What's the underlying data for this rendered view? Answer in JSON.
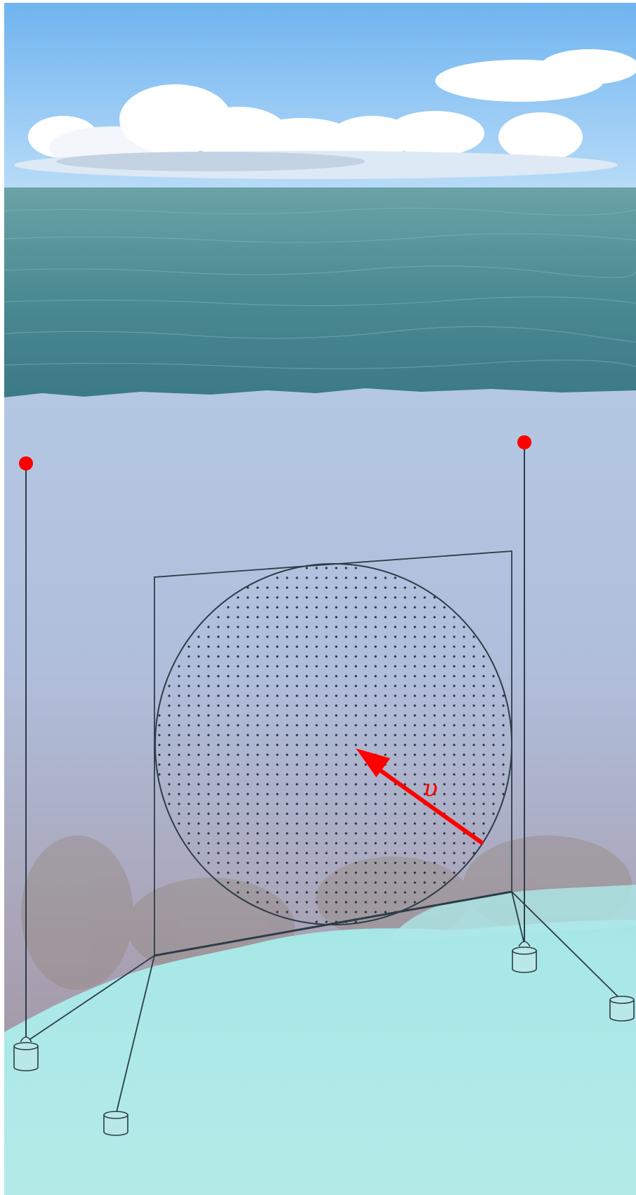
{
  "diagram": {
    "velocity_label": "υ"
  },
  "colors": {
    "sky_top": "#7fbdf2",
    "sky_bottom": "#a9d3f7",
    "cloud": "#ffffff",
    "sea_surface_top": "#5e9aa0",
    "sea_surface_bottom": "#3d7f8a",
    "underwater_top": "#b3c7e2",
    "underwater_mid": "#a79cab",
    "seabed": "#a9eae8",
    "frame_line": "#2d3d47",
    "net_dot": "#2a3440",
    "buoy": "#ff0000",
    "arrow": "#ff0000"
  },
  "icons": {
    "buoy": "red-circle",
    "anchor": "cylinder-weight",
    "velocity": "arrow"
  }
}
